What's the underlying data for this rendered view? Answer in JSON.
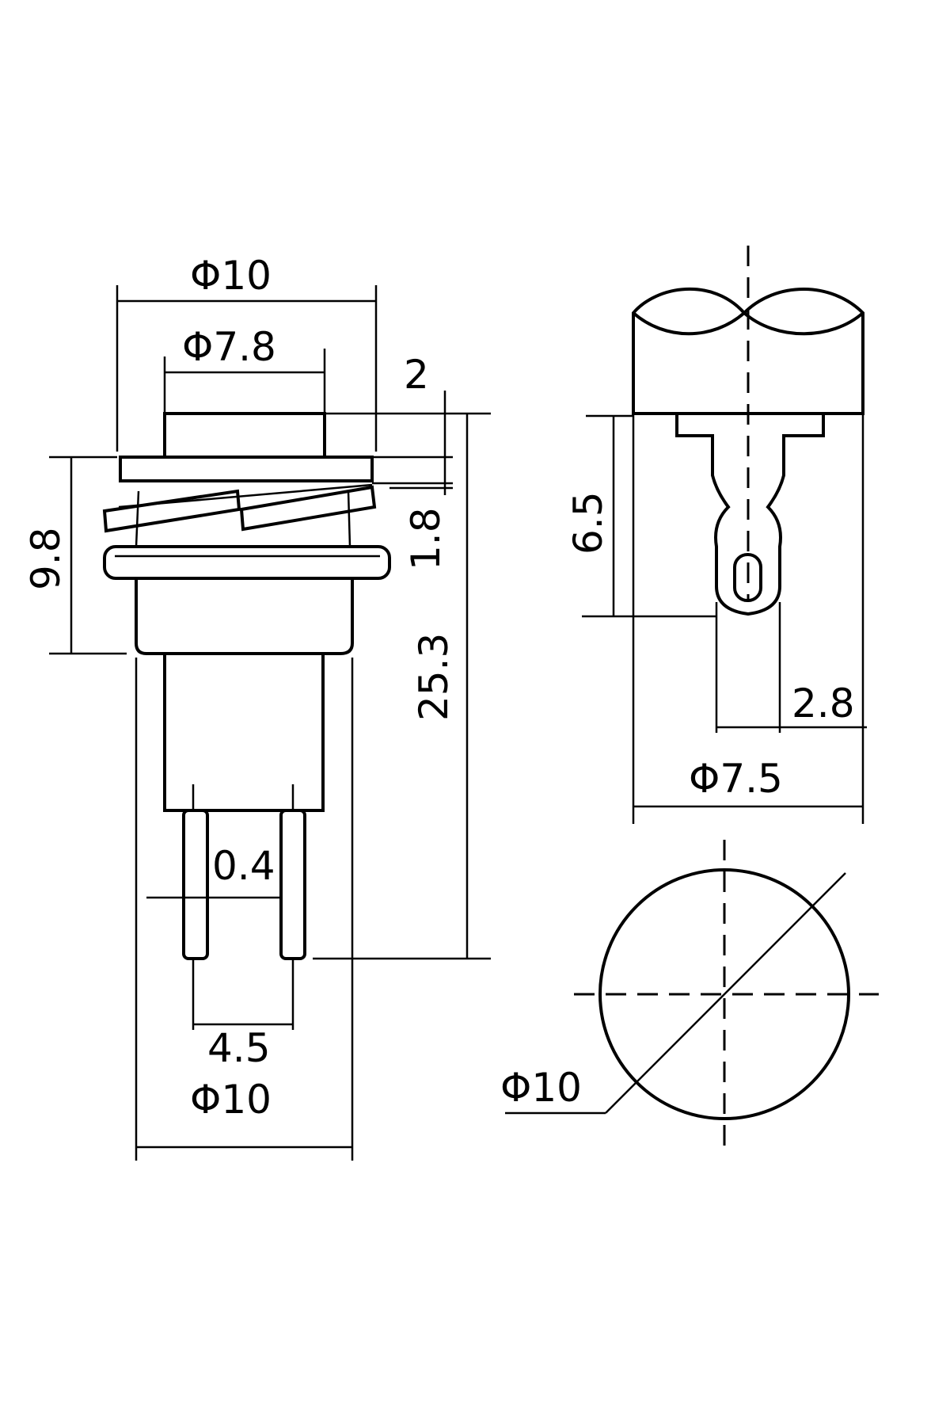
{
  "dimensions": {
    "front_top_outer_diameter": "Φ10",
    "front_button_diameter": "Φ7.8",
    "front_flange_thickness": "2",
    "front_nut_thickness": "1.8",
    "front_body_height": "9.8",
    "front_overall_height": "25.3",
    "front_pin_thickness": "0.4",
    "front_pin_spacing": "4.5",
    "front_bottom_diameter": "Φ10",
    "side_terminal_length": "6.5",
    "side_terminal_width": "2.8",
    "side_body_diameter": "Φ7.5",
    "circle_diameter": "Φ10"
  }
}
